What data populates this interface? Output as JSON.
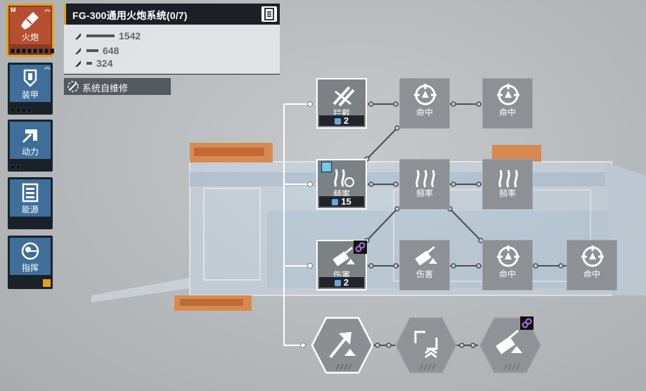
{
  "categories": [
    {
      "label": "火炮",
      "tag": "M",
      "pips": 8,
      "selected": true
    },
    {
      "label": "装甲",
      "pips": 4,
      "selected": false
    },
    {
      "label": "动力",
      "pips": 2,
      "selected": false
    },
    {
      "label": "能源",
      "pips": 0,
      "selected": false
    },
    {
      "label": "指挥",
      "pips": 0,
      "selected": false,
      "warn": true
    }
  ],
  "header": {
    "title": "FG-300通用火炮系统(0/7)"
  },
  "stats": [
    {
      "value": "1542",
      "fraction": 1.0
    },
    {
      "value": "648",
      "fraction": 0.42
    },
    {
      "value": "324",
      "fraction": 0.21
    }
  ],
  "repair": {
    "label": "系统自维修"
  },
  "nodes": {
    "intercept": {
      "label": "拦截",
      "count": "2"
    },
    "accuracy1": {
      "label": "命中"
    },
    "accuracy2": {
      "label": "命中"
    },
    "rate_main": {
      "label": "频率",
      "count": "15"
    },
    "rate1": {
      "label": "频率"
    },
    "rate2": {
      "label": "频率"
    },
    "damage_main": {
      "label": "伤害",
      "count": "2"
    },
    "damage1": {
      "label": "伤害"
    },
    "accuracy3": {
      "label": "命中"
    },
    "accuracy4": {
      "label": "命中"
    }
  },
  "colors": {
    "accent": "#e3a21b",
    "selected": "#b4502f",
    "category": "#3f6e9b",
    "panel": "#1c2026",
    "highlight": "#78c6f0",
    "link": "#b070e8"
  }
}
